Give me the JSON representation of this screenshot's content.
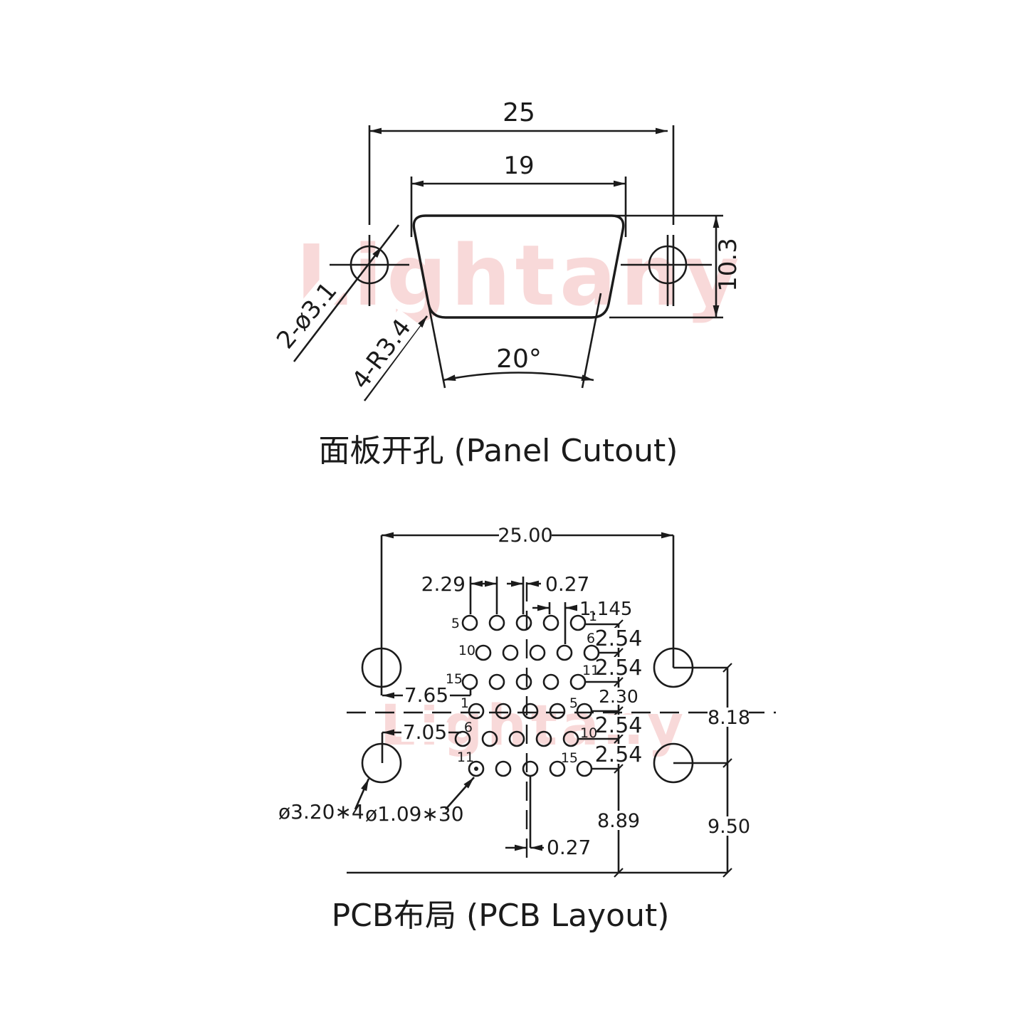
{
  "sheet": {
    "background": "#ffffff",
    "line_color": "#1b1b1b",
    "watermark_color": "#f0a6a6"
  },
  "watermark": {
    "text": "Lightany"
  },
  "panel_cutout": {
    "title": "面板开孔 (Panel Cutout)",
    "dims": {
      "outer_width": "25",
      "inner_width": "19",
      "height": "10.3",
      "mount_holes": "2-ø3.1",
      "corner_radius": "4-R3.4",
      "side_angle": "20°"
    }
  },
  "pcb_layout": {
    "title": "PCB布局 (PCB Layout)",
    "dims": {
      "board_width": "25.00",
      "pin_pitch": "2.29",
      "offset_top": "0.27",
      "offset_bottom": "0.27",
      "half_pitch": "1.145",
      "row_gaps": [
        "2.54",
        "2.54",
        "2.30",
        "2.54",
        "2.54"
      ],
      "left_top": "7.65",
      "left_bottom": "7.05",
      "mount_span": "8.18",
      "mount_to_edge": "9.50",
      "row_to_edge": "8.89",
      "mount_hole_label": "ø3.20∗4",
      "pin_hole_label": "ø1.09∗30"
    },
    "pin_rows": [
      {
        "left": "5",
        "right": "1"
      },
      {
        "left": "10",
        "right": "6"
      },
      {
        "left": "15",
        "right": "11"
      },
      {
        "left": "1",
        "right": "5"
      },
      {
        "left": "6",
        "right": "10"
      },
      {
        "left": "11",
        "right": "15"
      }
    ]
  }
}
